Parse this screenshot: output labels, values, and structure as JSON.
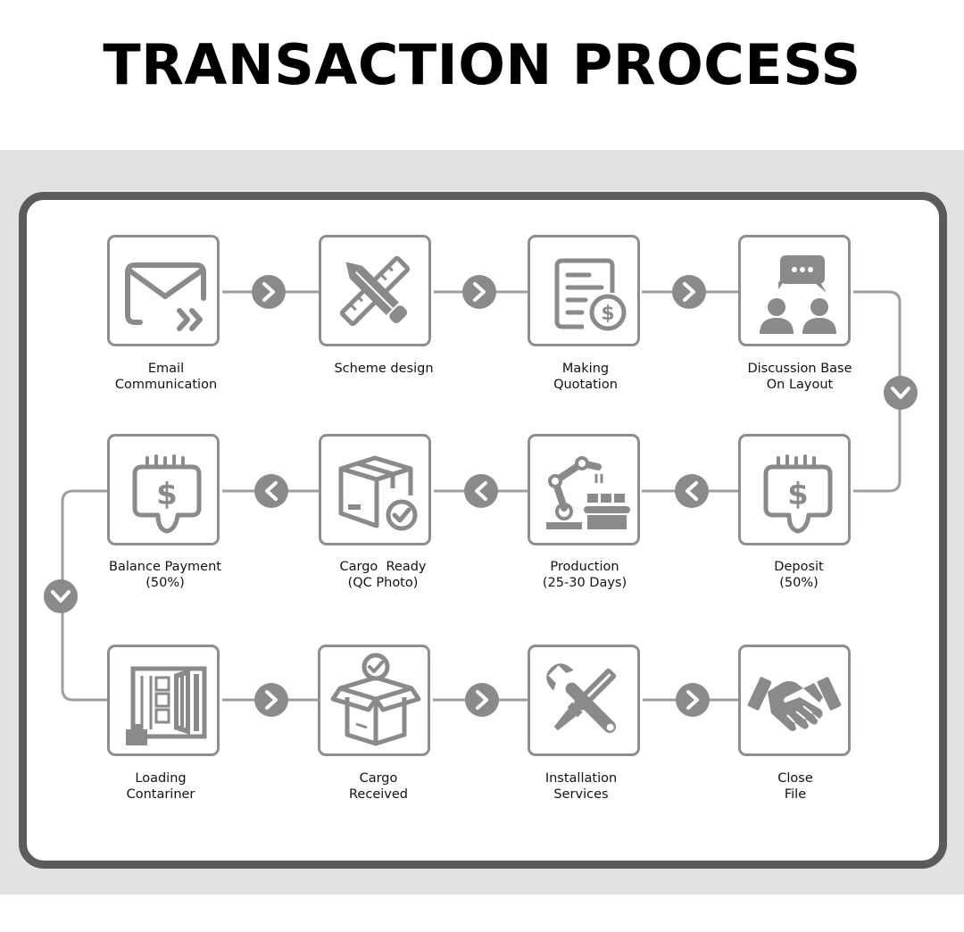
{
  "title": "TRANSACTION PROCESS",
  "colors": {
    "icon": "#8a8a8a",
    "connector": "#9e9e9e",
    "frame": "#5b5b5b",
    "band": "#e2e2e2"
  },
  "steps": [
    {
      "label": "Email\nCommunication",
      "icon": "envelope-icon"
    },
    {
      "label": "Scheme design",
      "icon": "pencil-ruler-icon"
    },
    {
      "label": "Making\nQuotation",
      "icon": "quotation-icon"
    },
    {
      "label": "Discussion Base\nOn Layout",
      "icon": "discussion-icon"
    },
    {
      "label": "Deposit\n(50%)",
      "icon": "payment-icon"
    },
    {
      "label": "Production\n(25-30 Days)",
      "icon": "robot-arm-icon"
    },
    {
      "label": "Cargo  Ready\n(QC Photo)",
      "icon": "box-check-icon"
    },
    {
      "label": "Balance Payment\n(50%)",
      "icon": "payment-icon"
    },
    {
      "label": "Loading\nContariner",
      "icon": "container-icon"
    },
    {
      "label": "Cargo\nReceived",
      "icon": "open-box-icon"
    },
    {
      "label": "Installation\nServices",
      "icon": "tools-icon"
    },
    {
      "label": "Close\nFile",
      "icon": "handshake-icon"
    }
  ]
}
